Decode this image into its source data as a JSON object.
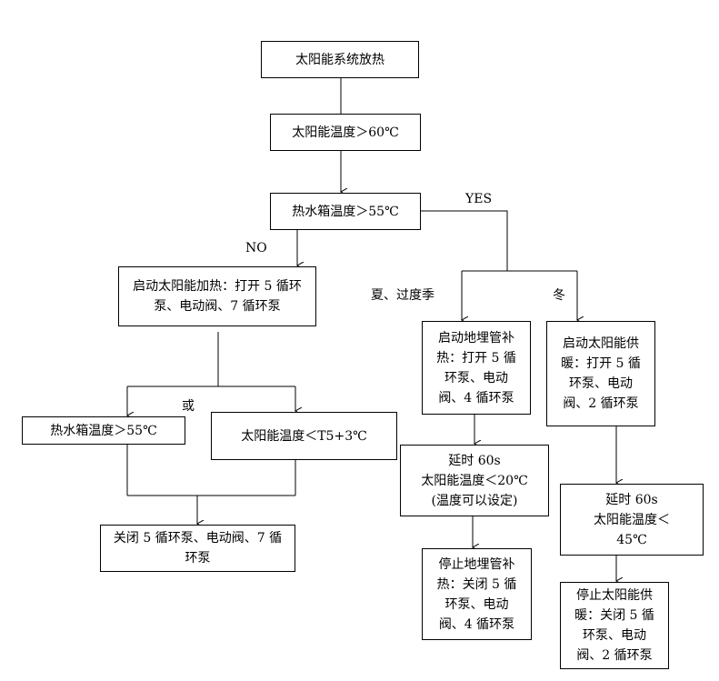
{
  "nodes": {
    "start": "太阳能系统放热",
    "solar_gt_60": "太阳能温度＞60℃",
    "tank_gt_55": "热水箱温度＞55℃",
    "start_solar_heating": "启动太阳能加热：打开 5 循环泵、电动阀、7 循环泵",
    "tank_gt_55_b": "热水箱温度＞55℃",
    "solar_lt_t5": "太阳能温度＜T5+3℃",
    "close_pump_7": "关闭 5 循环泵、电动阀、7 循环泵",
    "start_ground_heat": "启动地埋管补热：打开 5 循环泵、电动阀、4 循环泵",
    "start_solar_supply": "启动太阳能供暖：打开 5 循环泵、电动阀、2 循环泵",
    "delay_20": "延时 60s\n太阳能温度＜20℃\n(温度可以设定)",
    "stop_ground_heat": "停止地埋管补热：关闭 5 循环泵、电动阀、4 循环泵",
    "delay_45": "延时 60s\n太阳能温度＜\n45℃",
    "stop_solar_supply": "停止太阳能供暖：关闭 5 循环泵、电动阀、2 循环泵"
  },
  "labels": {
    "yes": "YES",
    "no": "NO",
    "or": "或",
    "summer": "夏、过度季",
    "winter": "冬"
  }
}
